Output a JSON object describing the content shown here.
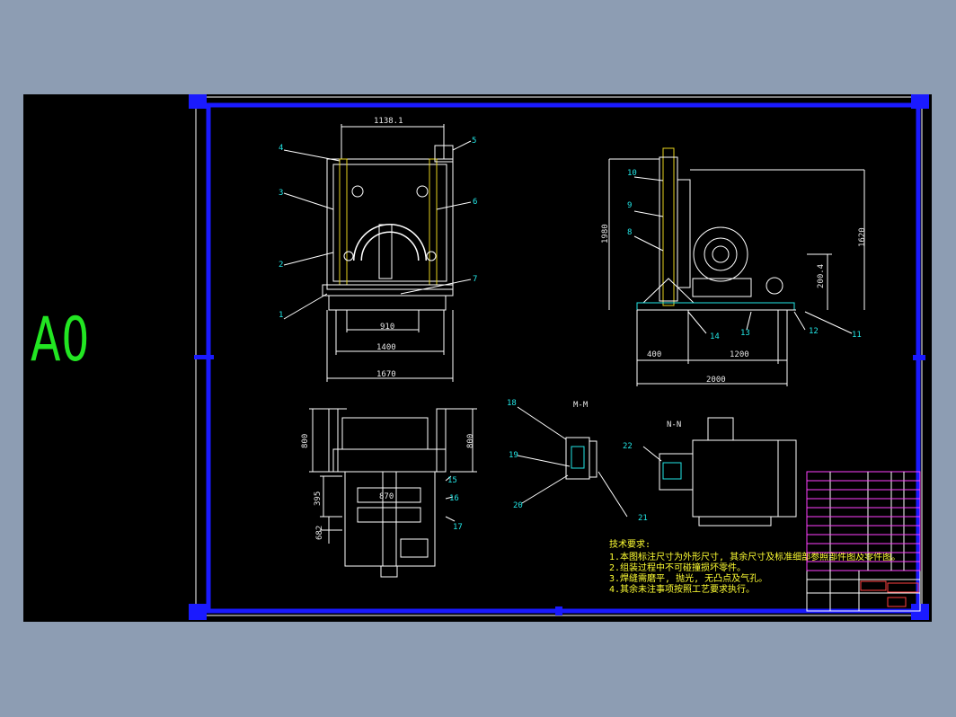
{
  "sheet": {
    "label": "A0"
  },
  "colors": {
    "background": "#8d9db3",
    "canvas": "#000000",
    "frame": "#1a1aff",
    "lines": "#ffffff",
    "dimension": "#e6e6e6",
    "labels": "#22e6e6",
    "notes": "#ffff33",
    "chain": "#e6d21e",
    "title_block": "#ff40ff"
  },
  "front_view": {
    "dim_top": "1138.1",
    "dim_910": "910",
    "dim_1400": "1400",
    "dim_1670": "1670",
    "callouts": [
      "1",
      "2",
      "3",
      "4",
      "5",
      "6",
      "7"
    ]
  },
  "side_view": {
    "dim_1980": "1980",
    "dim_1620": "1620",
    "dim_200": "200.4",
    "dim_400": "400",
    "dim_1200": "1200",
    "dim_2000": "2000",
    "callouts": [
      "8",
      "9",
      "10",
      "11",
      "12",
      "13",
      "14"
    ]
  },
  "top_view": {
    "dim_left": "800",
    "dim_right": "800",
    "dim_870": "870",
    "dim_395": "395",
    "dim_682": "682",
    "callouts": [
      "15",
      "16",
      "17"
    ]
  },
  "section_m": {
    "title": "M-M",
    "callouts": [
      "18",
      "19",
      "20",
      "21"
    ]
  },
  "section_n": {
    "title": "N-N",
    "callouts": [
      "22"
    ]
  },
  "technical_notes": {
    "heading": "技术要求:",
    "items": [
      "1.本图标注尺寸为外形尺寸, 其余尺寸及标准细部参照部件图及零件图。",
      "2.组装过程中不可碰撞损坏零件。",
      "3.焊缝需磨平, 抛光, 无凸点及气孔。",
      "4.其余未注事项按照工艺要求执行。"
    ]
  }
}
